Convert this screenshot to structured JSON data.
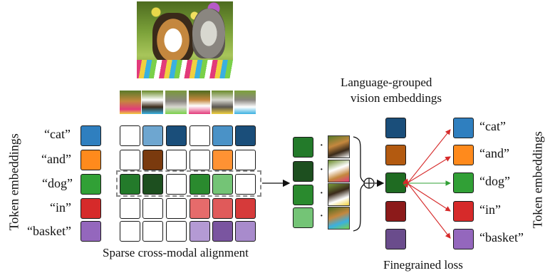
{
  "tokens_left": [
    "“cat”",
    "“and”",
    "“dog”",
    "“in”",
    "“basket”"
  ],
  "tokens_right": [
    "“cat”",
    "“and”",
    "“dog”",
    "“in”",
    "“basket”"
  ],
  "labels": {
    "token_embeddings_left": "Token embeddings",
    "token_embeddings_right": "Token embeddings",
    "sparse_alignment": "Sparse cross-modal alignment",
    "language_grouped_line1": "Language-grouped",
    "language_grouped_line2": "vision embeddings",
    "finegrained_loss": "Finegrained loss",
    "oplus": "⊕"
  },
  "colors": {
    "token": [
      "#2f7fbf",
      "#ff8a1c",
      "#31a036",
      "#d62a2a",
      "#9467bd"
    ],
    "grouped": [
      "#1a4e7a",
      "#b35a10",
      "#1f6b22",
      "#8c1a1a",
      "#6a4c8c"
    ],
    "vision_column": [
      "#237a2a",
      "#1d4f1f",
      "#2a8a2e",
      "#74c476"
    ],
    "arrow_red": "#d62a2a",
    "arrow_green": "#31a036"
  },
  "matrix": [
    [
      "#ffffff",
      "#6ea6d0",
      "#1a4e7a",
      "#ffffff",
      "#4a92c7",
      "#1a4e7a"
    ],
    [
      "#ffffff",
      "#7a3a0e",
      "#ffffff",
      "#ffffff",
      "#ff9233",
      "#ffffff"
    ],
    [
      "#237a2a",
      "#1d4f1f",
      "#ffffff",
      "#2a8a2e",
      "#74c476",
      "#ffffff"
    ],
    [
      "#ffffff",
      "#ffffff",
      "#ffffff",
      "#e66b6b",
      "#e05a5a",
      "#d63a3a"
    ],
    [
      "#ffffff",
      "#ffffff",
      "#ffffff",
      "#b49ad4",
      "#7a55a0",
      "#a88bcc"
    ]
  ]
}
